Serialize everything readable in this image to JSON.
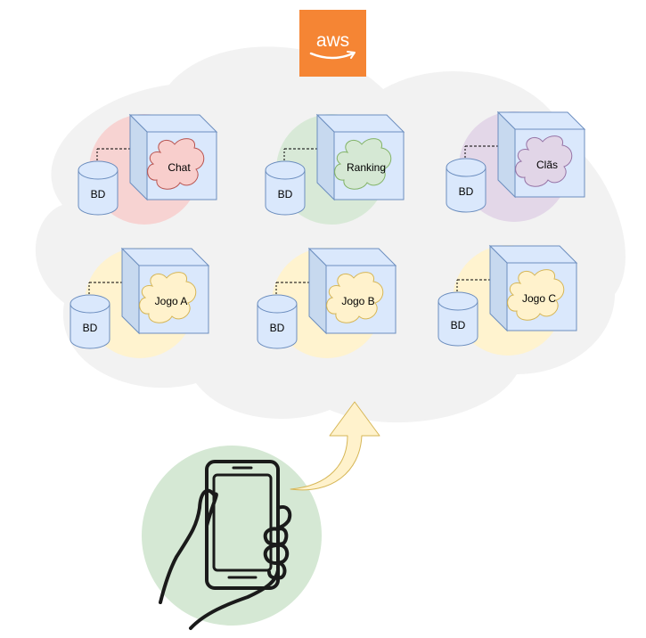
{
  "provider": {
    "logo_text": "aws",
    "logo_color": "#F58534",
    "icon": "aws-logo"
  },
  "colors": {
    "cloud": "#F2F2F2",
    "cube_fill": "#DAE8FC",
    "cube_stroke": "#6C8EBF",
    "db_fill": "#DAE8FC",
    "phone_circle": "#D5E8D4",
    "arrow_fill": "#FFF2CC",
    "arrow_stroke": "#D6B656"
  },
  "services": [
    {
      "name": "Chat",
      "db": "BD",
      "color": "#F8CECC",
      "stroke": "#B85450"
    },
    {
      "name": "Ranking",
      "db": "BD",
      "color": "#D5E8D4",
      "stroke": "#82B366"
    },
    {
      "name": "Clãs",
      "db": "BD",
      "color": "#E1D5E7",
      "stroke": "#9673A6"
    },
    {
      "name": "Jogo A",
      "db": "BD",
      "color": "#FFF2CC",
      "stroke": "#D6B656"
    },
    {
      "name": "Jogo B",
      "db": "BD",
      "color": "#FFF2CC",
      "stroke": "#D6B656"
    },
    {
      "name": "Jogo C",
      "db": "BD",
      "color": "#FFF2CC",
      "stroke": "#D6B656"
    }
  ],
  "client": {
    "icon": "smartphone-in-hand-icon"
  }
}
